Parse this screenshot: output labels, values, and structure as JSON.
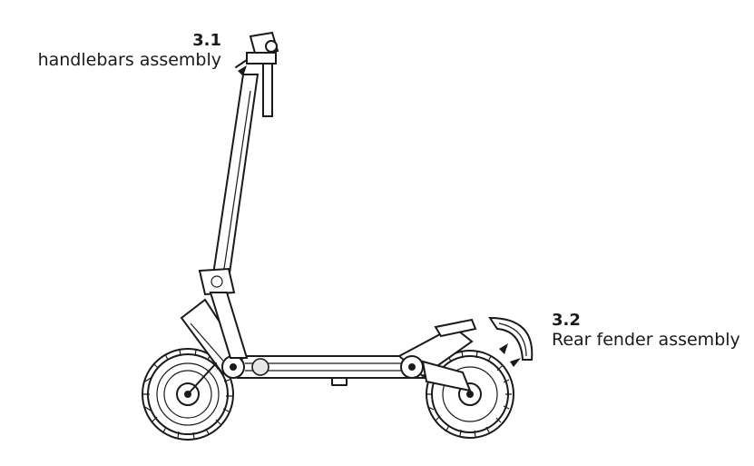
{
  "callouts": [
    {
      "number": "3.1",
      "name": "handlebars assembly"
    },
    {
      "number": "3.2",
      "name": "Rear fender assembly"
    }
  ],
  "colors": {
    "line": "#1a1a1a",
    "background": "#ffffff"
  }
}
